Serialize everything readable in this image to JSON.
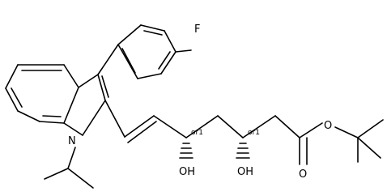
{
  "atoms": {
    "fluorine": "F",
    "indole_nitrogen": "N",
    "hydroxyl_5": "OH",
    "hydroxyl_3": "OH",
    "ester_oxygen": "O",
    "carbonyl_oxygen": "O"
  },
  "stereo_labels": {
    "c5": "or1",
    "c3": "or1"
  }
}
